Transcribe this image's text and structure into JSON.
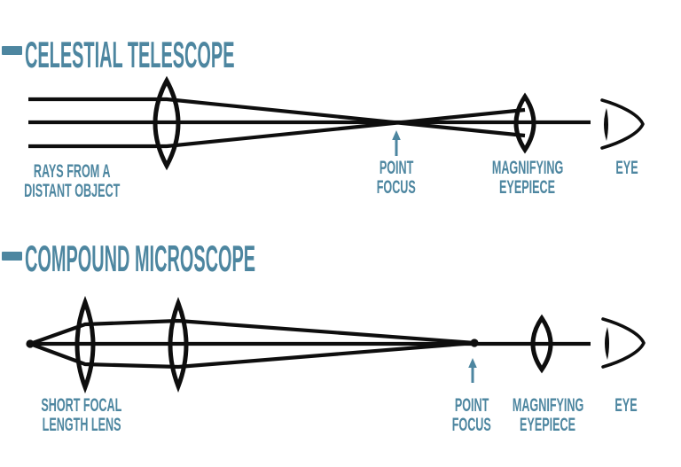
{
  "colors": {
    "accent": "#4d86a0",
    "ink": "#0e0e0e",
    "background": "#ffffff"
  },
  "sections": {
    "telescope": {
      "title": "CELESTIAL TELESCOPE",
      "labels": {
        "rays_1": "RAYS FROM A",
        "rays_2": "DISTANT OBJECT",
        "focus_1": "POINT",
        "focus_2": "FOCUS",
        "eyepiece_1": "MAGNIFYING",
        "eyepiece_2": "EYEPIECE",
        "eye": "EYE"
      }
    },
    "microscope": {
      "title": "COMPOUND MICROSCOPE",
      "labels": {
        "lens_1": "SHORT FOCAL",
        "lens_2": "LENGTH LENS",
        "focus_1": "POINT",
        "focus_2": "FOCUS",
        "eyepiece_1": "MAGNIFYING",
        "eyepiece_2": "EYEPIECE",
        "eye": "EYE"
      }
    }
  }
}
